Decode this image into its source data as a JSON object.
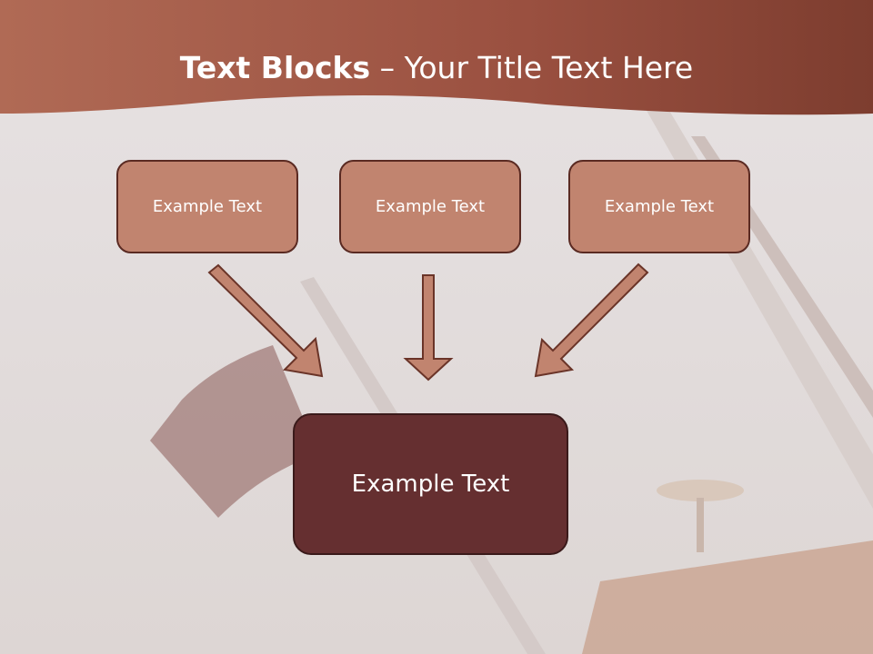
{
  "title": {
    "bold": "Text Blocks",
    "dash": " – ",
    "rest": "Your Title Text Here"
  },
  "boxes": {
    "left": "Example Text",
    "middle": "Example Text",
    "right": "Example Text",
    "center": "Example Text"
  },
  "colors": {
    "header": "#a8604a",
    "small_box": "#c1846f",
    "big_box": "#652f30",
    "arrow": "#c1846f"
  }
}
